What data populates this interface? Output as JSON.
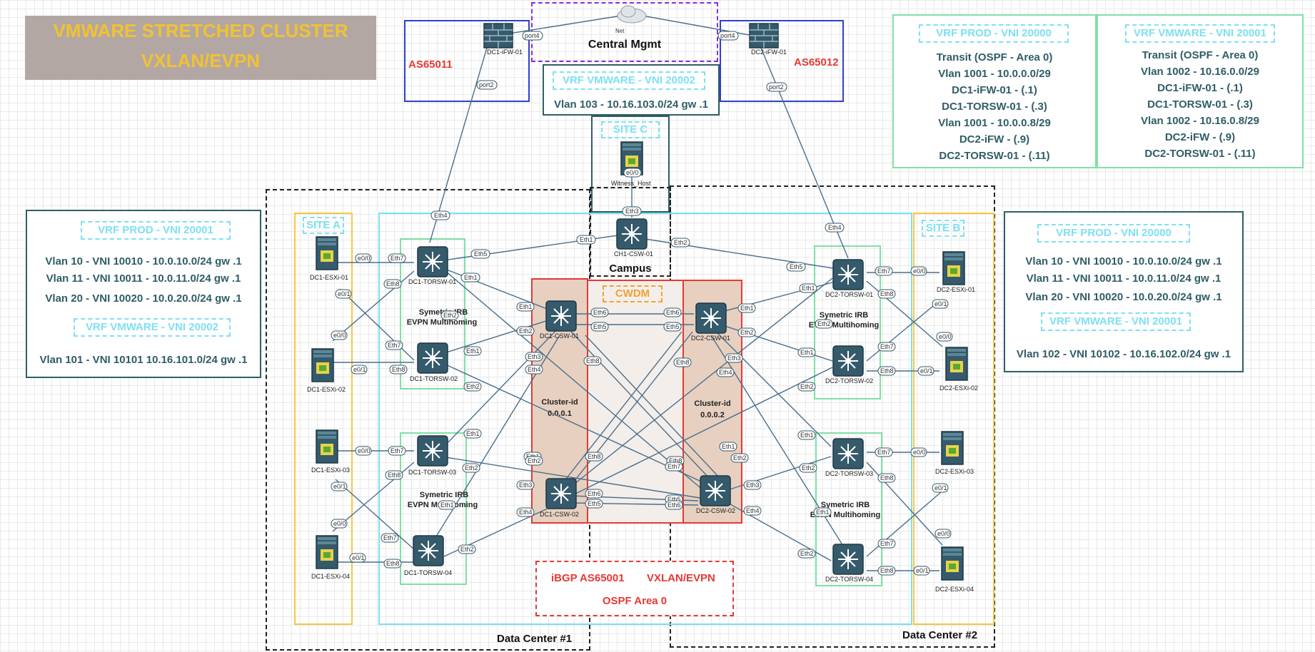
{
  "title": {
    "line1": "VMWARE STRETCHED CLUSTER",
    "line2": "VXLAN/EVPN"
  },
  "colors": {
    "teal": "#2f5d66",
    "cyan": "#7ee0f2",
    "green": "#7fe0a6",
    "orange": "#f0a330",
    "red": "#e53935",
    "purple": "#8a2be2",
    "blue": "#2e3fc8"
  },
  "top": {
    "cloud_label": "Net",
    "central_mgmt": "Central Mgmt",
    "as_left": "AS65011",
    "as_right": "AS65012",
    "fw_left": "DC1-iFW-01",
    "fw_right": "DC2-iFW-01",
    "vmware_box": {
      "vrf": "VRF VMWARE - VNI 20002",
      "vlan": "Vlan 103 - 10.16.103.0/24 gw .1"
    }
  },
  "site_c": {
    "label": "SITE C",
    "witness": "Witness_Host",
    "campus_switch": "CH1-CSW-01",
    "campus": "Campus"
  },
  "right_top_prod": {
    "vrf": "VRF PROD - VNI 20000",
    "lines": [
      "Transit (OSPF - Area 0)",
      "Vlan 1001 - 10.0.0.0/29",
      "DC1-iFW-01 - (.1)",
      "DC1-TORSW-01 - (.3)",
      "Vlan 1001 - 10.0.0.8/29",
      "DC2-iFW - (.9)",
      "DC2-TORSW-01 - (.11)"
    ]
  },
  "right_top_vmware": {
    "vrf": "VRF VMWARE - VNI 20001",
    "lines": [
      "Transit (OSPF - Area 0)",
      "Vlan 1002 - 10.16.0.0/29",
      "DC1-iFW-01 - (.1)",
      "DC1-TORSW-01 - (.3)",
      "Vlan 1002 - 10.16.0.8/29",
      "DC2-iFW - (.9)",
      "DC2-TORSW-01 - (.11)"
    ]
  },
  "left_info": {
    "vrf_prod": "VRF PROD - VNI 20001",
    "prod_lines": [
      "Vlan 10 - VNI 10010 - 10.0.10.0/24 gw .1",
      "Vlan 11 - VNI 10011 - 10.0.11.0/24 gw .1",
      "Vlan 20 - VNI 10020 - 10.0.20.0/24 gw .1"
    ],
    "vrf_vmware": "VRF VMWARE - VNI 20002",
    "vmware_line": "Vlan 101 - VNI 10101 10.16.101.0/24 gw .1"
  },
  "right_info": {
    "vrf_prod": "VRF PROD - VNI 20000",
    "prod_lines": [
      "Vlan 10 - VNI 10010 - 10.0.10.0/24 gw .1",
      "Vlan 11 - VNI 10011 - 10.0.11.0/24 gw .1",
      "Vlan 20 - VNI 10020 - 10.0.20.0/24 gw .1"
    ],
    "vrf_vmware": "VRF VMWARE - VNI 20001",
    "vmware_line": "Vlan 102 - VNI 10102 - 10.16.102.0/24 gw .1"
  },
  "sites": {
    "site_a": "SITE A",
    "site_b": "SITE B",
    "dc1": "Data Center #1",
    "dc2": "Data Center #2"
  },
  "core": {
    "cwdm": "CWDM",
    "cluster1": [
      "Cluster-id",
      "0.0.0.1"
    ],
    "cluster2": [
      "Cluster-id",
      "0.0.0.2"
    ],
    "bgp": "iBGP AS65001",
    "vxlan": "VXLAN/EVPN",
    "ospf": "OSPF Area 0"
  },
  "irb": {
    "dc1_a": [
      "Symetric IRB",
      "EVPN Multihoming"
    ],
    "dc1_b": [
      "Symetric IRB",
      "EVPN Multihoming"
    ],
    "dc2_a": [
      "Symetric IRB",
      "EVPN Multihoming"
    ],
    "dc2_b": [
      "Symetric IRB",
      "EVPN Multihoming"
    ]
  },
  "devices": {
    "dc1_esxi": [
      "DC1-ESXi-01",
      "DC1-ESXi-02",
      "DC1-ESXi-03",
      "DC1-ESXi-04"
    ],
    "dc2_esxi": [
      "DC2-ESXi-01",
      "DC2-ESXi-02",
      "DC2-ESXi-03",
      "DC2-ESXi-04"
    ],
    "dc1_tor": [
      "DC1-TORSW-01",
      "DC1-TORSW-02",
      "DC1-TORSW-03",
      "DC1-TORSW-04"
    ],
    "dc2_tor": [
      "DC2-TORSW-01",
      "DC2-TORSW-02",
      "DC2-TORSW-03",
      "DC2-TORSW-04"
    ],
    "dc1_csw": [
      "DC1-CSW-01",
      "DC1-CSW-02"
    ],
    "dc2_csw": [
      "DC2-CSW-01",
      "DC2-CSW-02"
    ]
  },
  "ports": {
    "port2": "port2",
    "port4": "port4",
    "eth1": "Eth1",
    "eth2": "Eth2",
    "eth3": "Eth3",
    "eth4": "Eth4",
    "eth5": "Eth5",
    "eth6": "Eth6",
    "eth7": "Eth7",
    "eth8": "Eth8",
    "e00": "e0/0",
    "e01": "e0/1"
  }
}
